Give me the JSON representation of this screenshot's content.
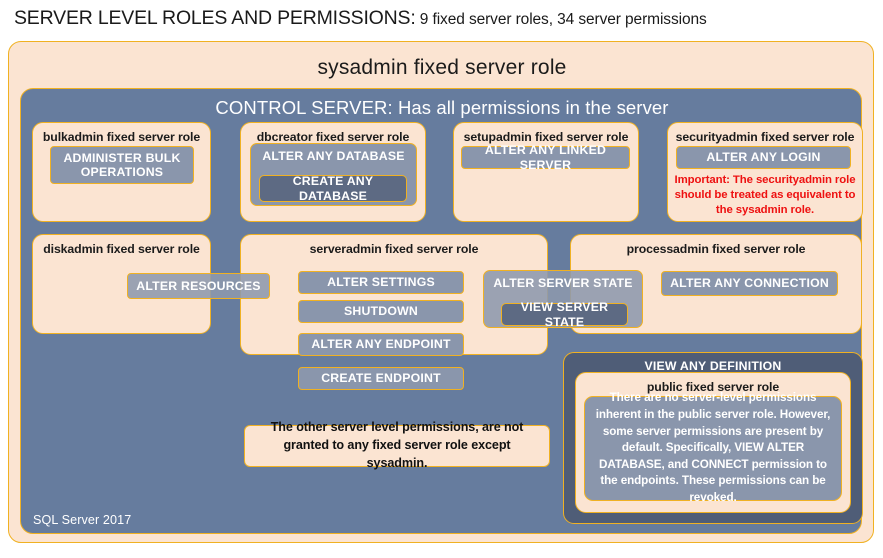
{
  "title": {
    "main": "SERVER LEVEL ROLES AND PERMISSIONS:",
    "sub": " 9 fixed server roles, 34 server permissions"
  },
  "sysadmin": {
    "label": "sysadmin  fixed  server  role"
  },
  "control_server": {
    "label": "CONTROL SERVER: Has all permissions in the server"
  },
  "roles": {
    "bulkadmin": {
      "title": "bulkadmin  fixed server role",
      "permissions": [
        "ADMINISTER  BULK OPERATIONS"
      ]
    },
    "dbcreator": {
      "title": "dbcreator fixed server role",
      "permissions": [
        "ALTER ANY DATABASE",
        "CREATE  ANY DATABASE"
      ]
    },
    "setupadmin": {
      "title": "setupadmin fixed server role",
      "permissions": [
        "ALTER ANY LINKED SERVER"
      ]
    },
    "securityadmin": {
      "title": "securityadmin  fixed server role",
      "permissions": [
        "ALTER ANY LOGIN"
      ],
      "note": "Important:  The securityadmin role should  be treated  as equivalent to the  sysadmin role."
    },
    "diskadmin": {
      "title": "diskadmin  fixed server role",
      "permissions": [
        "ALTER RESOURCES"
      ]
    },
    "serveradmin": {
      "title": "serveradmin fixed server role",
      "permissions": [
        "ALTER SETTINGS",
        "SHUTDOWN",
        "ALTER ANY ENDPOINT",
        "CREATE  ENDPOINT"
      ]
    },
    "processadmin": {
      "title": "processadmin  fixed server role",
      "permissions": [
        "ALTER ANY CONNECTION"
      ]
    },
    "shared": {
      "alter_server_state": "ALTER SERVER STATE",
      "view_server_state": "VIEW SERVER STATE"
    },
    "public": {
      "view_any_definition": "VIEW  ANY DEFINITION",
      "title": "public  fixed server role",
      "body": "There are no server-level permissions inherent in the public server role. However, some server permissions are present by default. Specifically, VIEW ALTER DATABASE, and CONNECT permission to the endpoints. These permissions can be revoked."
    }
  },
  "footnote": "The other server level permissions,  are not granted to any fixed server role except sysadmin.",
  "sql_version": "SQL Server 2017",
  "colors": {
    "peach": "#fbe4d2",
    "gold": "#f0b122",
    "slate": "#667c9e",
    "chip": "#8a96ac",
    "chip_dark": "#5d6a83",
    "alert_red": "#ee1111"
  }
}
